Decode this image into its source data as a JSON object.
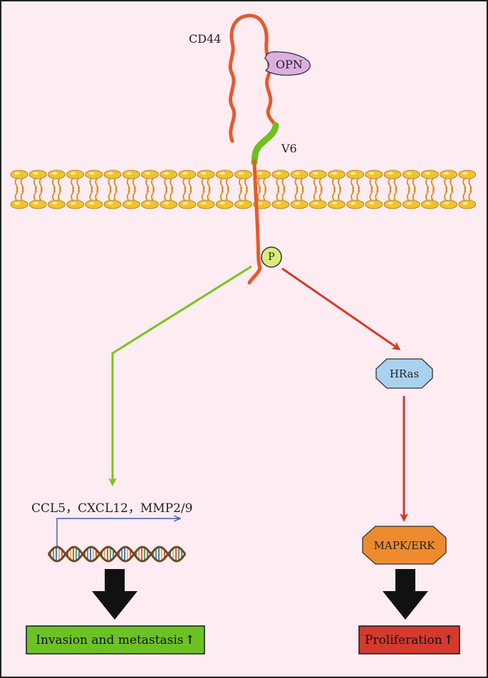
{
  "labels": {
    "cd44": "CD44",
    "opn": "OPN",
    "v6": "V6",
    "p": "P",
    "hras": "HRas",
    "genes": "CCL5，CXCL12，MMP2/9",
    "mapk": "MAPK/ERK",
    "invasion": "Invasion and metastasis",
    "proliferation": "Proliferation",
    "up_arrow": "↑"
  },
  "colors": {
    "background": "#fdecf2",
    "cd44_strand": "#e65a2c",
    "v6_segment": "#6dc01e",
    "opn_fill": "#dcaee0",
    "p_fill": "#d8ec7a",
    "green_arrow": "#7ac41f",
    "red_arrow": "#d23a2a",
    "hras_fill": "#a9d2ee",
    "mapk_fill": "#ee8a2e",
    "invasion_fill": "#6cc224",
    "proliferation_fill": "#d43a2e",
    "membrane_head": "#f2c230",
    "membrane_tail": "#d98a1e",
    "promoter_arrow": "#3b59b8"
  }
}
